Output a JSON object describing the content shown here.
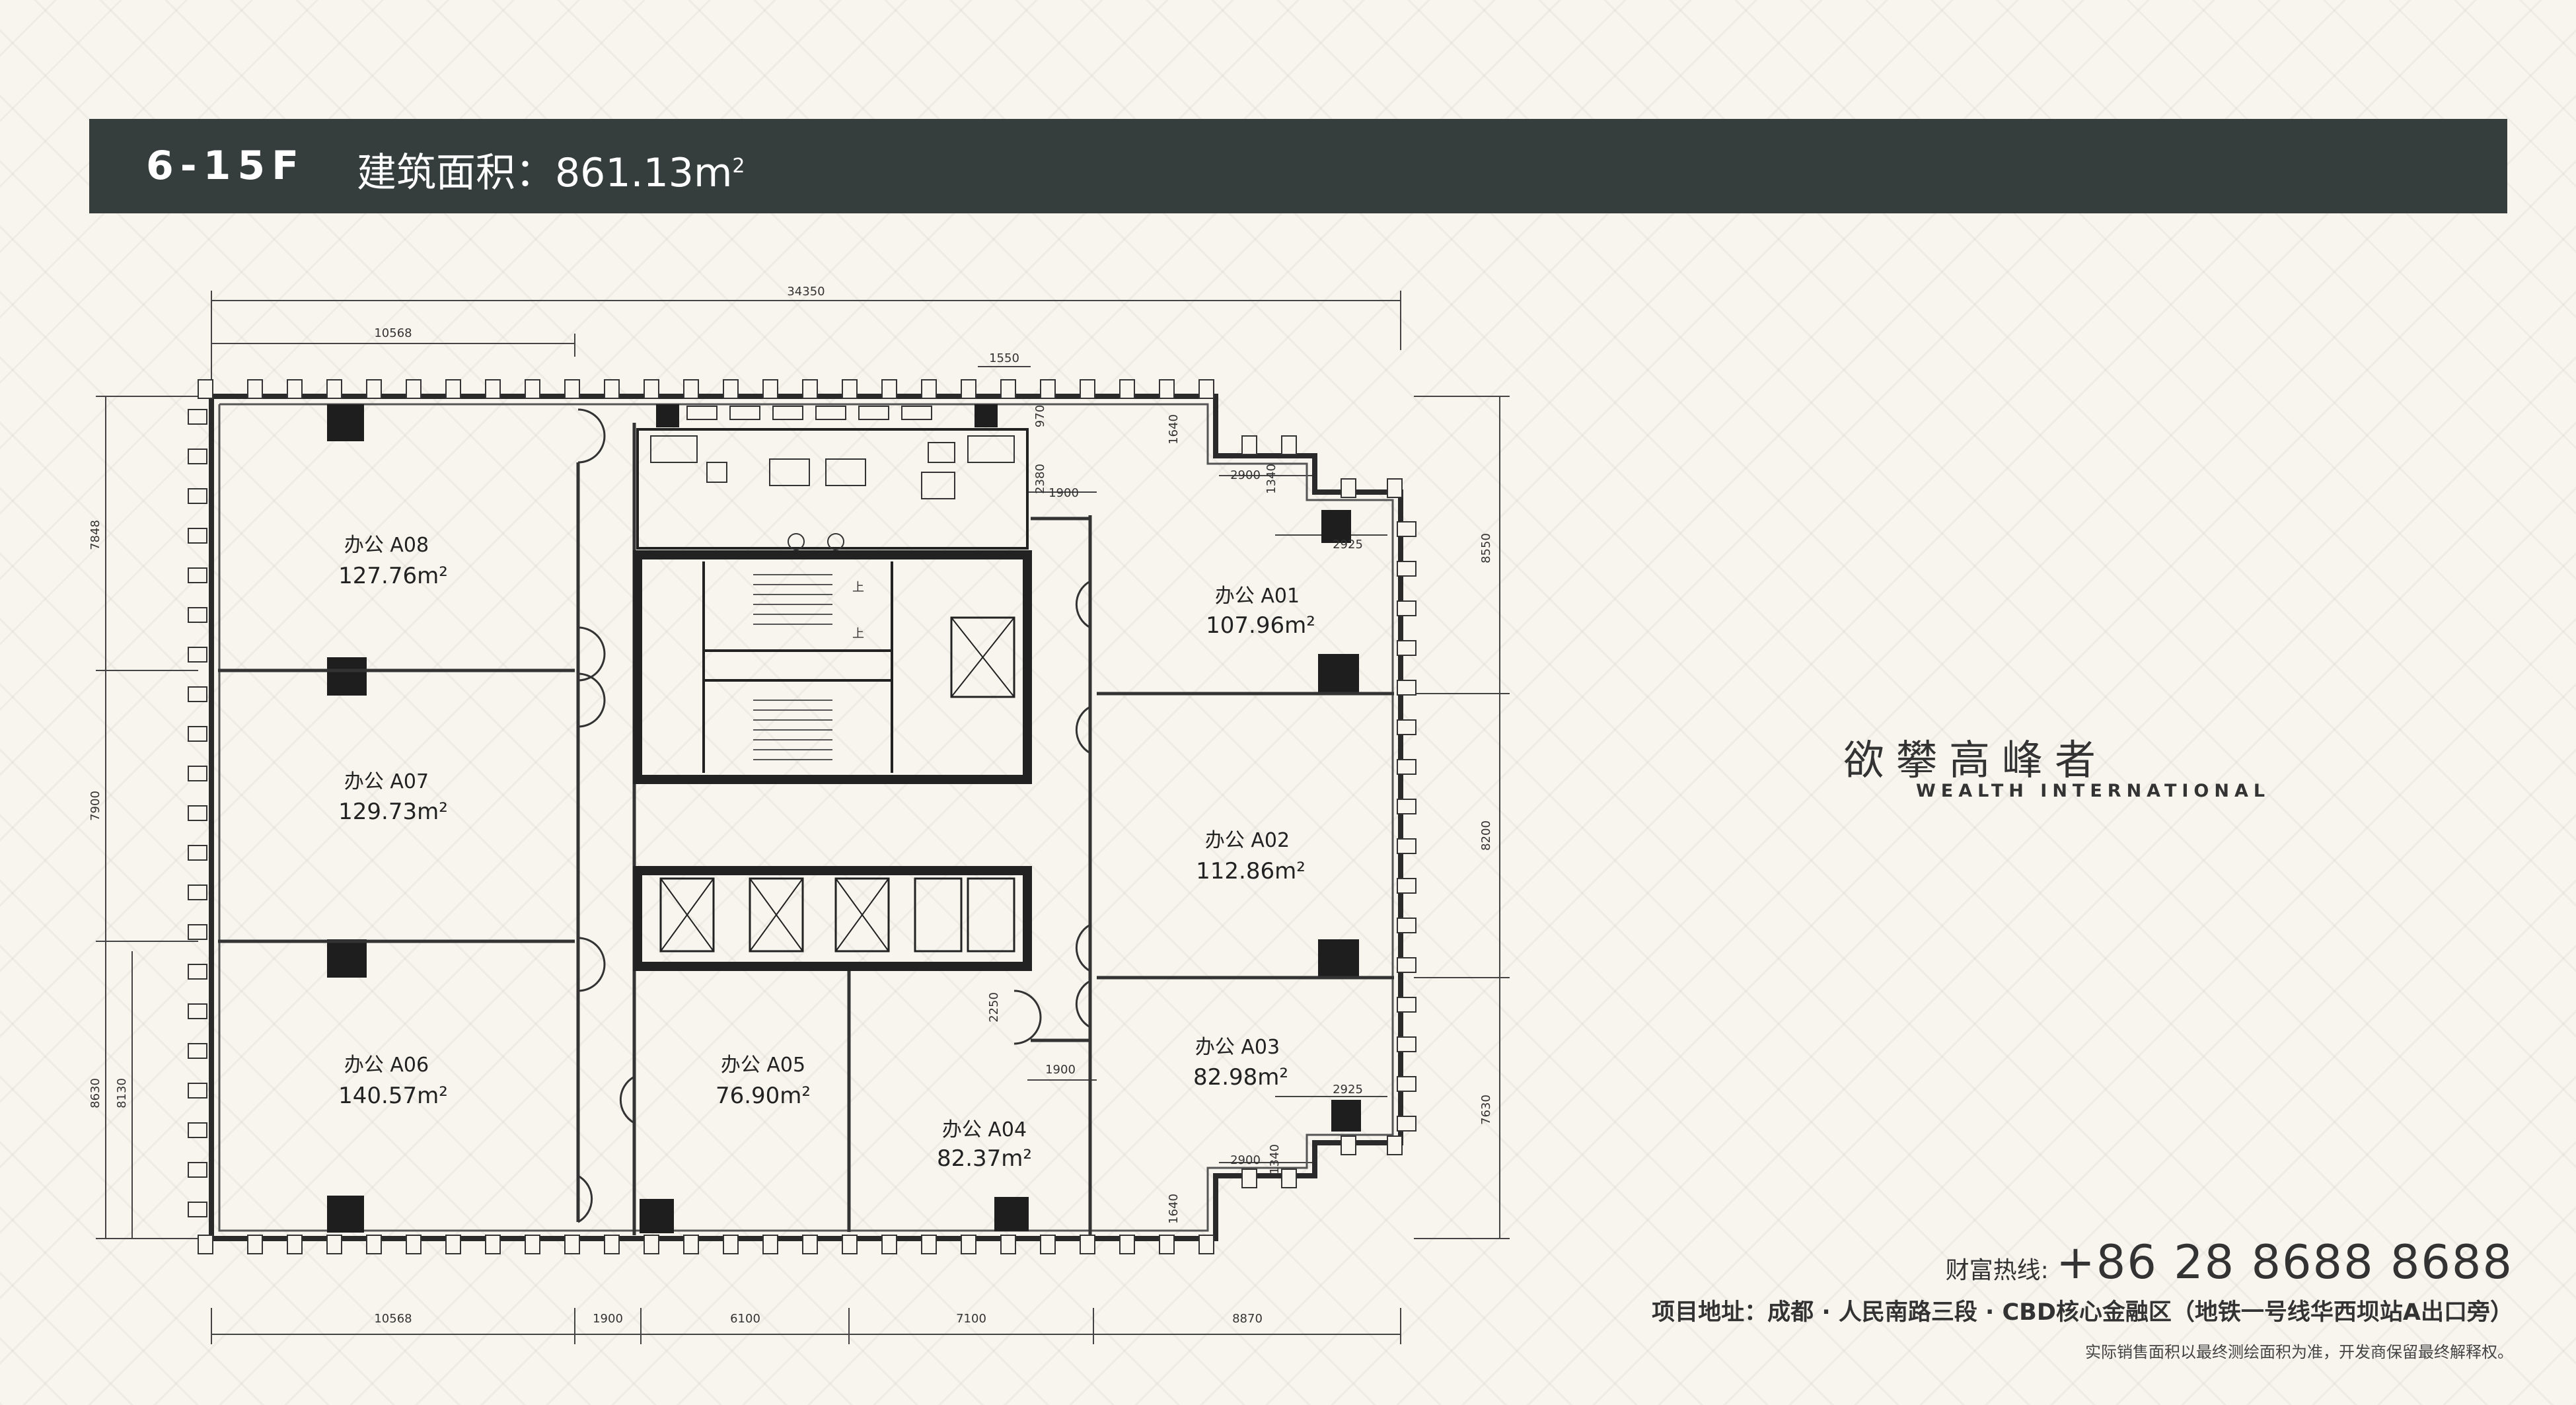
{
  "header": {
    "floor": "6-15F",
    "area_label": "建筑面积：861.13m",
    "area_sup": "2"
  },
  "rooms": [
    {
      "name": "办公 A08",
      "area": "127.76m²"
    },
    {
      "name": "办公 A07",
      "area": "129.73m²"
    },
    {
      "name": "办公 A06",
      "area": "140.57m²"
    },
    {
      "name": "办公 A05",
      "area": "76.90m²"
    },
    {
      "name": "办公 A04",
      "area": "82.37m²"
    },
    {
      "name": "办公 A03",
      "area": "82.98m²"
    },
    {
      "name": "办公 A02",
      "area": "112.86m²"
    },
    {
      "name": "办公 A01",
      "area": "107.96m²"
    }
  ],
  "dimensions": {
    "top_total": "34350",
    "top_left": "10568",
    "top_core": "1550",
    "right_970": "970",
    "right_1640_top": "1640",
    "right_2380": "2380",
    "right_1900_top": "1900",
    "right_2900_top": "2900",
    "right_1340_top": "1340",
    "right_2925_top": "2925",
    "right_8550": "8550",
    "right_8200": "8200",
    "right_7630": "7630",
    "right_2250": "2250",
    "right_1900_bottom": "1900",
    "right_2925_bottom": "2925",
    "right_2900_bottom": "2900",
    "right_1340_bottom": "1340",
    "right_1640_bottom": "1640",
    "left_7848": "7848",
    "left_7900": "7900",
    "left_8630": "8630",
    "left_8130": "8130",
    "bottom_10568": "10568",
    "bottom_1900": "1900",
    "bottom_6100": "6100",
    "bottom_7100": "7100",
    "bottom_8870": "8870"
  },
  "core": {
    "stair_up_1": "上",
    "stair_up_2": "上"
  },
  "slogan": {
    "cn": "欲攀高峰者",
    "en": "WEALTH INTERNATIONAL"
  },
  "contact": {
    "hotline_label": "财富热线:",
    "hotline_number": "+86 28 8688 8688",
    "address": "项目地址：成都 · 人民南路三段 · CBD核心金融区（地铁一号线华西坝站A出口旁）",
    "disclaimer": "实际销售面积以最终测绘面积为准，开发商保留最终解释权。"
  },
  "colors": {
    "header_bg": "#353d3d",
    "wall": "#2a2a2a",
    "background": "#f7f5ee"
  }
}
